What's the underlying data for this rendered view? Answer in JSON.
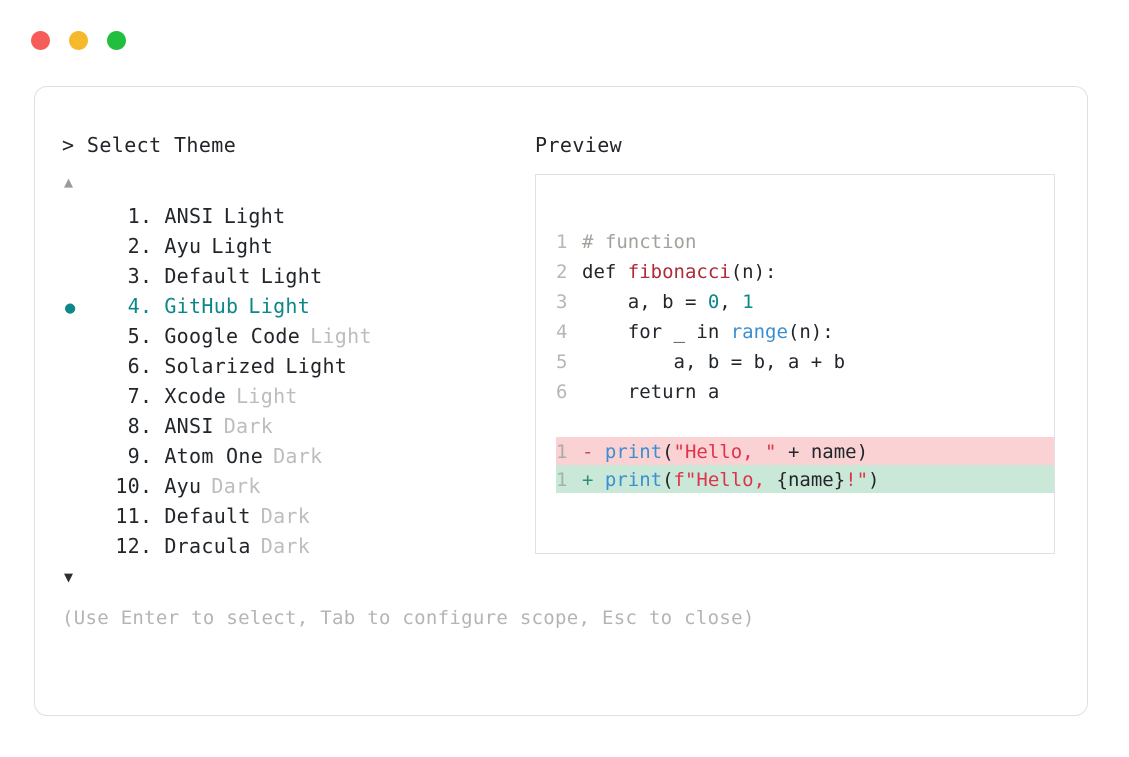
{
  "window": {
    "dots": [
      {
        "name": "close",
        "color": "#f75d58"
      },
      {
        "name": "minimize",
        "color": "#f7b92c"
      },
      {
        "name": "maximize",
        "color": "#22bf3f"
      }
    ]
  },
  "selector": {
    "prompt": "> Select Theme",
    "scroll_up_glyph": "▲",
    "scroll_down_glyph": "▼",
    "selected_index": 4,
    "bullet_glyph": "●",
    "dot_separator": ".",
    "items": [
      {
        "index": "1",
        "name": "ANSI",
        "variant": "Light",
        "variant_muted": false,
        "selected": false
      },
      {
        "index": "2",
        "name": "Ayu",
        "variant": "Light",
        "variant_muted": false,
        "selected": false
      },
      {
        "index": "3",
        "name": "Default",
        "variant": "Light",
        "variant_muted": false,
        "selected": false
      },
      {
        "index": "4",
        "name": "GitHub",
        "variant": "Light",
        "variant_muted": false,
        "selected": true
      },
      {
        "index": "5",
        "name": "Google Code",
        "variant": "Light",
        "variant_muted": true,
        "selected": false
      },
      {
        "index": "6",
        "name": "Solarized",
        "variant": "Light",
        "variant_muted": false,
        "selected": false
      },
      {
        "index": "7",
        "name": "Xcode",
        "variant": "Light",
        "variant_muted": true,
        "selected": false
      },
      {
        "index": "8",
        "name": "ANSI",
        "variant": "Dark",
        "variant_muted": true,
        "selected": false
      },
      {
        "index": "9",
        "name": "Atom One",
        "variant": "Dark",
        "variant_muted": true,
        "selected": false
      },
      {
        "index": "10",
        "name": "Ayu",
        "variant": "Dark",
        "variant_muted": true,
        "selected": false
      },
      {
        "index": "11",
        "name": "Default",
        "variant": "Dark",
        "variant_muted": true,
        "selected": false
      },
      {
        "index": "12",
        "name": "Dracula",
        "variant": "Dark",
        "variant_muted": true,
        "selected": false
      }
    ]
  },
  "hint": "(Use Enter to select, Tab to configure scope, Esc to close)",
  "preview": {
    "title": "Preview",
    "code_lines": [
      {
        "ln": "1",
        "tokens": [
          {
            "t": "# function",
            "c": "comment"
          }
        ]
      },
      {
        "ln": "2",
        "tokens": [
          {
            "t": "def ",
            "c": "plain"
          },
          {
            "t": "fibonacci",
            "c": "func"
          },
          {
            "t": "(n):",
            "c": "punct"
          }
        ]
      },
      {
        "ln": "3",
        "tokens": [
          {
            "t": "    a, b = ",
            "c": "plain"
          },
          {
            "t": "0",
            "c": "number"
          },
          {
            "t": ", ",
            "c": "plain"
          },
          {
            "t": "1",
            "c": "number"
          }
        ]
      },
      {
        "ln": "4",
        "tokens": [
          {
            "t": "    for _ in ",
            "c": "plain"
          },
          {
            "t": "range",
            "c": "builtin"
          },
          {
            "t": "(n):",
            "c": "punct"
          }
        ]
      },
      {
        "ln": "5",
        "tokens": [
          {
            "t": "        a, b = b, a + b",
            "c": "plain"
          }
        ]
      },
      {
        "ln": "6",
        "tokens": [
          {
            "t": "    return a",
            "c": "plain"
          }
        ]
      }
    ],
    "diff_lines": [
      {
        "kind": "del",
        "ln": "1",
        "sign": "-",
        "tokens": [
          {
            "t": "print",
            "c": "builtin"
          },
          {
            "t": "(",
            "c": "punct"
          },
          {
            "t": "\"Hello, \"",
            "c": "string"
          },
          {
            "t": " + name)",
            "c": "plain"
          }
        ]
      },
      {
        "kind": "add",
        "ln": "1",
        "sign": "+",
        "tokens": [
          {
            "t": "print",
            "c": "builtin"
          },
          {
            "t": "(",
            "c": "punct"
          },
          {
            "t": "f\"Hello, ",
            "c": "string"
          },
          {
            "t": "{name}",
            "c": "plain"
          },
          {
            "t": "!\"",
            "c": "string"
          },
          {
            "t": ")",
            "c": "punct"
          }
        ]
      }
    ]
  }
}
